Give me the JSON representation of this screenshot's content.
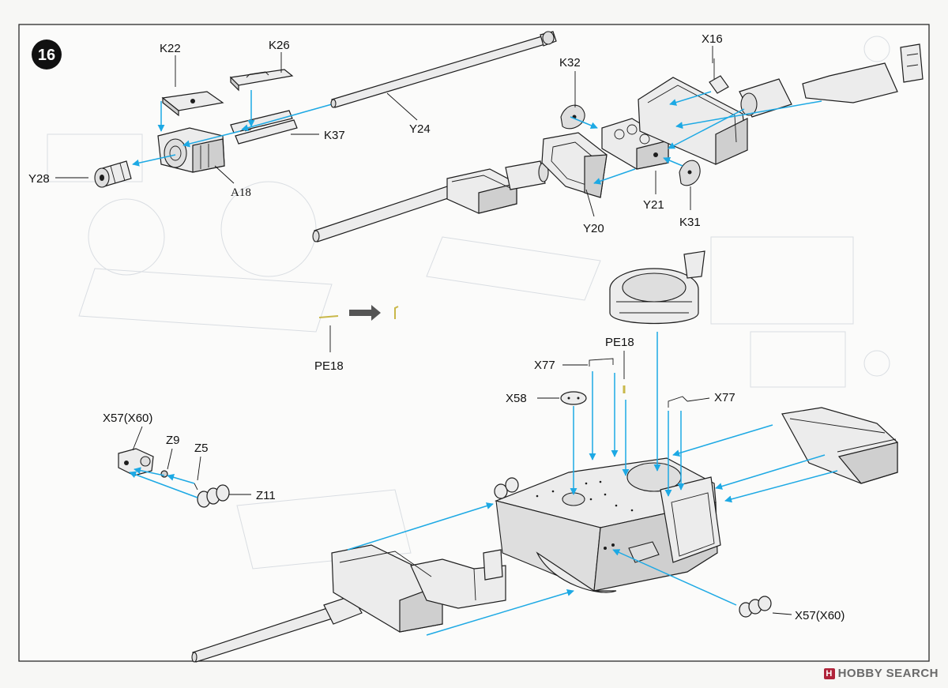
{
  "step": {
    "number": "16"
  },
  "labels": {
    "K22": "K22",
    "K26": "K26",
    "K37": "K37",
    "Y28": "Y28",
    "A18": "A18",
    "Y24": "Y24",
    "K32": "K32",
    "X16": "X16",
    "Y20": "Y20",
    "Y21": "Y21",
    "K31": "K31",
    "PE18_left": "PE18",
    "PE18_turret": "PE18",
    "X77_left": "X77",
    "X77_right": "X77",
    "X58": "X58",
    "X57_left": "X57(X60)",
    "Z9": "Z9",
    "Z5": "Z5",
    "Z11": "Z11",
    "X57_right": "X57(X60)"
  },
  "watermark": {
    "logo": "H",
    "text": "HOBBY SEARCH"
  },
  "colors": {
    "arrow": "#1da9e4",
    "line": "#1d1d1d",
    "frame": "#2a2a2a",
    "fold_arrow": "#555555"
  }
}
